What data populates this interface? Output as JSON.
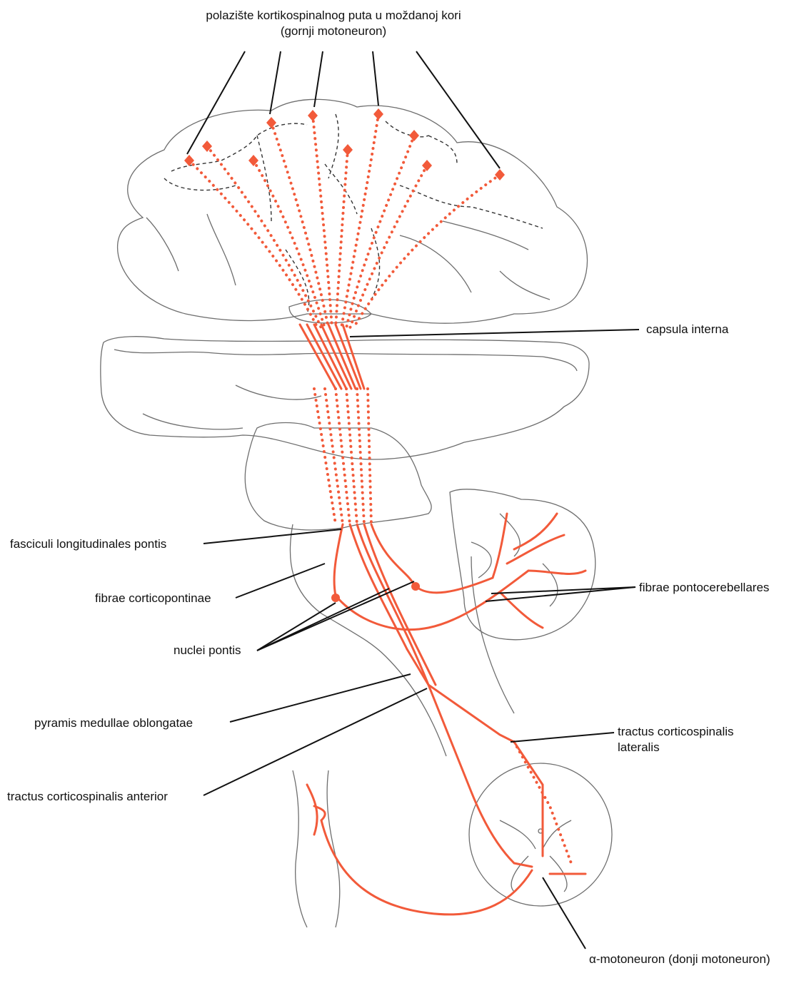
{
  "labels": {
    "top_title_line1": "polazište kortikospinalnog puta u moždanoj kori",
    "top_title_line2": "(gornji motoneuron)",
    "capsula_interna": "capsula interna",
    "fasciculi": "fasciculi longitudinales pontis",
    "fibrae_corticopontinae": "fibrae corticopontinae",
    "nuclei_pontis": "nuclei pontis",
    "pyramis": "pyramis medullae oblongatae",
    "tractus_anterior": "tractus corticospinalis anterior",
    "fibrae_pontocerebellares": "fibrae pontocerebellares",
    "tractus_lateralis_line1": "tractus corticospinalis",
    "tractus_lateralis_line2": "lateralis",
    "alpha_motoneuron": "α-motoneuron (donji motoneuron)"
  },
  "colors": {
    "pathway": "#f25a3a",
    "outline": "#6e6e6e",
    "leader": "#111111"
  }
}
